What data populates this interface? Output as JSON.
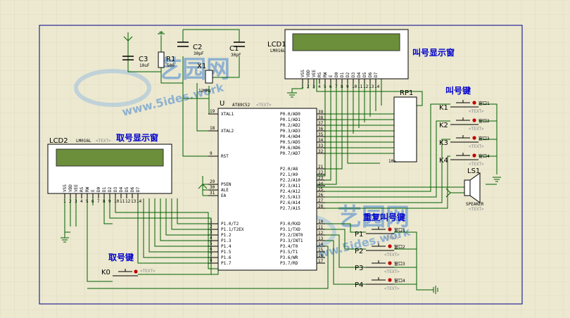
{
  "lcd1": {
    "ref": "LCD1",
    "model": "LM016L",
    "caption": "叫号显示窗",
    "pins": [
      "VSS",
      "VDD",
      "VEE",
      "RS",
      "RW",
      "E",
      "D0",
      "D1",
      "D2",
      "D3",
      "D4",
      "D5",
      "D6",
      "D7"
    ]
  },
  "lcd2": {
    "ref": "LCD2",
    "model": "LM016L",
    "caption": "取号显示窗",
    "pins": [
      "VSS",
      "VDD",
      "VEE",
      "RS",
      "RW",
      "E",
      "D0",
      "D1",
      "D2",
      "D3",
      "D4",
      "D5",
      "D6",
      "D7"
    ]
  },
  "mcu": {
    "ref": "U",
    "model": "AT89C52",
    "left_pins": [
      [
        "19",
        "XTAL1"
      ],
      [
        "18",
        "XTAL2"
      ],
      [
        "9",
        "RST"
      ],
      [
        "29",
        "PSEN"
      ],
      [
        "30",
        "ALE"
      ],
      [
        "31",
        "EA"
      ]
    ],
    "p1_pins": [
      [
        "1",
        "P1.0/T2"
      ],
      [
        "2",
        "P1.1/T2EX"
      ],
      [
        "3",
        "P1.2"
      ],
      [
        "4",
        "P1.3"
      ],
      [
        "5",
        "P1.4"
      ],
      [
        "6",
        "P1.5"
      ],
      [
        "7",
        "P1.6"
      ],
      [
        "8",
        "P1.7"
      ]
    ],
    "p0_pins": [
      [
        "39",
        "P0.0/AD0"
      ],
      [
        "38",
        "P0.1/AD1"
      ],
      [
        "37",
        "P0.2/AD2"
      ],
      [
        "36",
        "P0.3/AD3"
      ],
      [
        "35",
        "P0.4/AD4"
      ],
      [
        "34",
        "P0.5/AD5"
      ],
      [
        "33",
        "P0.6/AD6"
      ],
      [
        "32",
        "P0.7/AD7"
      ]
    ],
    "p2_pins": [
      [
        "21",
        "P2.0/A8"
      ],
      [
        "22",
        "P2.1/A9"
      ],
      [
        "23",
        "P2.2/A10"
      ],
      [
        "24",
        "P2.3/A11"
      ],
      [
        "25",
        "P2.4/A12"
      ],
      [
        "26",
        "P2.5/A13"
      ],
      [
        "27",
        "P2.6/A14"
      ],
      [
        "28",
        "P2.7/A15"
      ]
    ],
    "p3_pins": [
      [
        "10",
        "P3.0/RXD"
      ],
      [
        "11",
        "P3.1/TXD"
      ],
      [
        "12",
        "P3.2/INT0"
      ],
      [
        "13",
        "P3.3/INT1"
      ],
      [
        "14",
        "P3.4/T0"
      ],
      [
        "15",
        "P3.5/T1"
      ],
      [
        "16",
        "P3.6/WR"
      ],
      [
        "17",
        "P3.7/RD"
      ]
    ]
  },
  "components": {
    "c3": {
      "ref": "C3",
      "value": "10uF"
    },
    "r1": {
      "ref": "R1",
      "value": "500"
    },
    "c2": {
      "ref": "C2",
      "value": "30pF"
    },
    "c1": {
      "ref": "C1",
      "value": "30pF"
    },
    "x1": {
      "ref": "X1",
      "value": "12MHz"
    },
    "rp1": {
      "ref": "RP1",
      "value": "10k"
    },
    "ls1": {
      "ref": "LS1",
      "value": "SPEAKER"
    }
  },
  "groups": {
    "call_keys": "叫号键",
    "take_key": "取号键",
    "repeat_keys": "重复叫号键"
  },
  "keys_call": [
    {
      "ref": "K1",
      "tag": "窗口1"
    },
    {
      "ref": "K2",
      "tag": "窗口2"
    },
    {
      "ref": "K3",
      "tag": "窗口3"
    },
    {
      "ref": "K4",
      "tag": "窗口4"
    }
  ],
  "keys_repeat": [
    {
      "ref": "P1",
      "tag": "窗口1"
    },
    {
      "ref": "P2",
      "tag": "窗口2"
    },
    {
      "ref": "P3",
      "tag": "窗口3"
    },
    {
      "ref": "P4",
      "tag": "窗口4"
    }
  ],
  "key_take": {
    "ref": "K0"
  },
  "text_placeholder": "<TEXT>",
  "watermark": {
    "brand": "艺园网",
    "url": "www.5ides.work"
  },
  "colors": {
    "background": "#ece9d0",
    "wire": "#006000",
    "body": "#000000",
    "frame": "#00008b",
    "caption": "#0000cc",
    "accent": "#c00000"
  }
}
